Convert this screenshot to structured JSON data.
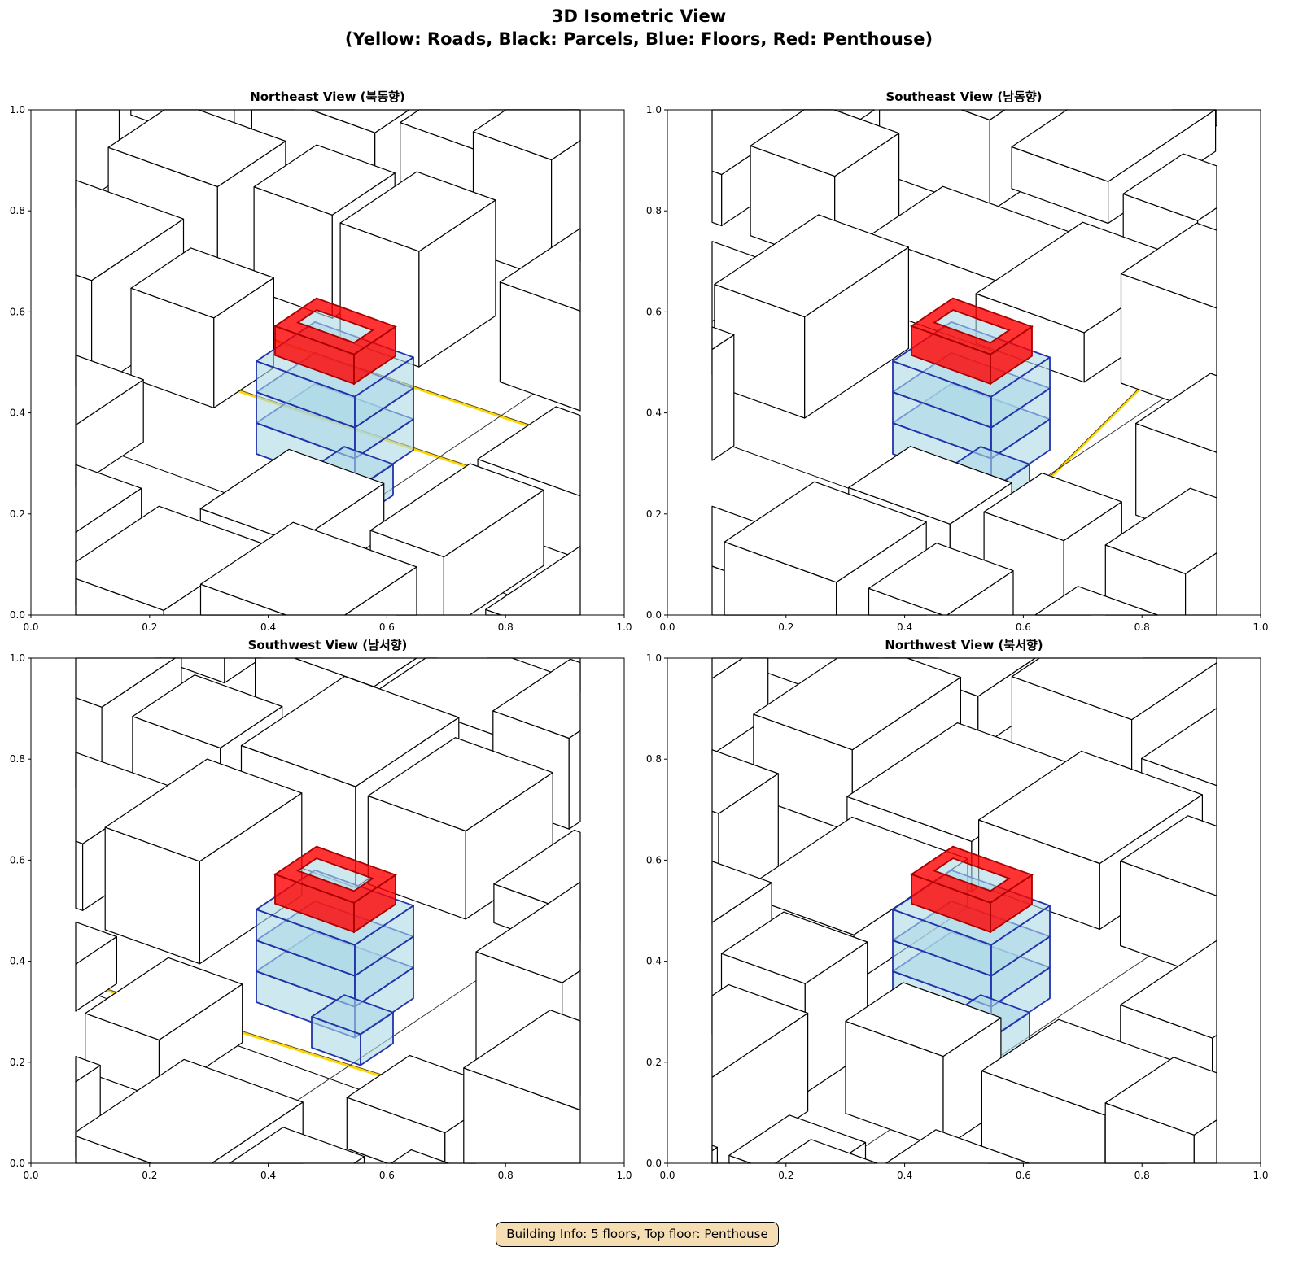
{
  "title_line1": "3D Isometric View",
  "title_line2": "(Yellow: Roads, Black: Parcels, Blue: Floors, Red: Penthouse)",
  "panels": [
    {
      "title": "Northeast View (북동향)"
    },
    {
      "title": "Southeast View (남동향)"
    },
    {
      "title": "Southwest View (남서향)"
    },
    {
      "title": "Northwest View (북서향)"
    }
  ],
  "ticks": [
    "0.0",
    "0.2",
    "0.4",
    "0.6",
    "0.8",
    "1.0"
  ],
  "footer": "Building Info: 5 floors, Top floor: Penthouse",
  "colors": {
    "road": "#ffd700",
    "parcel": "#000000",
    "floor": "#add8e6",
    "floor_edge": "#2233aa",
    "penthouse": "#ff0000"
  }
}
